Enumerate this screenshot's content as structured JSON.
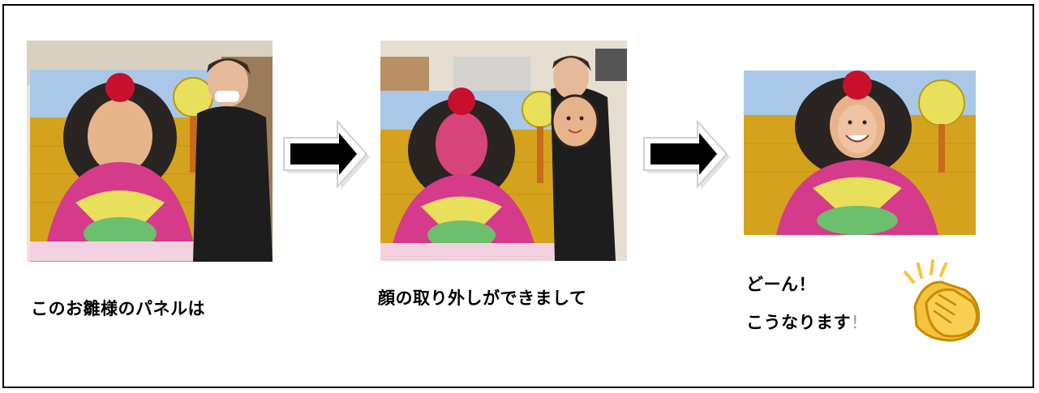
{
  "captions": {
    "step1": "このお雛様のパネルは",
    "step2": "顔の取り外しができまして",
    "step3_line1": "どーん！",
    "step3_line2": "こうなります",
    "step3_mark": "！"
  },
  "icons": {
    "arrow1": "right-arrow-icon",
    "arrow2": "right-arrow-icon",
    "clap": "clapping-hands-icon"
  },
  "colors": {
    "panel_sky": "#a9c8e8",
    "panel_gold": "#d4a21c",
    "kimono_pink": "#d63a8a",
    "fan_yellow": "#e8e05a",
    "face": "#e7b48a",
    "hair": "#2a2422",
    "flower_red": "#c8102e",
    "clap_yellow": "#f5c33b"
  }
}
